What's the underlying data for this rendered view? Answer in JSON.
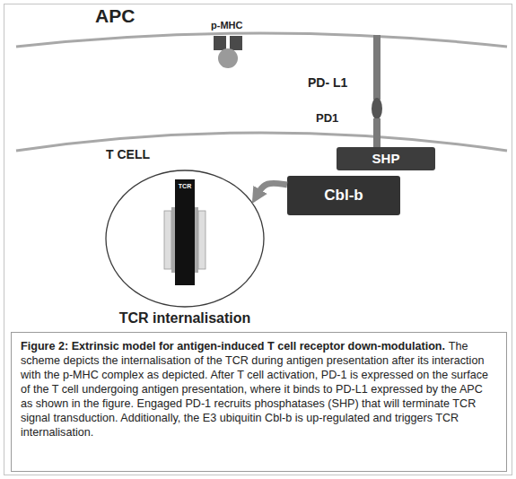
{
  "diagram": {
    "title": "Figure 2: Extrinsic model for antigen-induced T cell receptor down-modulation.",
    "caption": "The scheme depicts the internalisation of the TCR during antigen presentation after its interaction with the p-MHC complex as depicted. After T cell activation, PD-1 is expressed on the surface of the T cell undergoing antigen presentation, where it binds to PD-L1 expressed by the APC as shown in the figure. Engaged PD-1 recruits phosphatases (SHP) that will terminate TCR signal transduction. Additionally, the E3 ubiquitin Cbl-b is up-regulated and triggers TCR internalisation.",
    "nodes": [
      {
        "text": [
          "SHP"
        ]
      },
      {
        "text": [
          "Cbl-b"
        ]
      },
      {
        "text": [
          "TCR internalisation"
        ]
      },
      {
        "text": [
          "TCR"
        ],
        "in": 2
      }
    ],
    "edges": [
      {
        "from": 1,
        "to": 2,
        "arrow": "to"
      }
    ],
    "labels": [
      "APC",
      "p-MHC",
      "PD- L1",
      "PD1",
      "T CELL"
    ]
  }
}
